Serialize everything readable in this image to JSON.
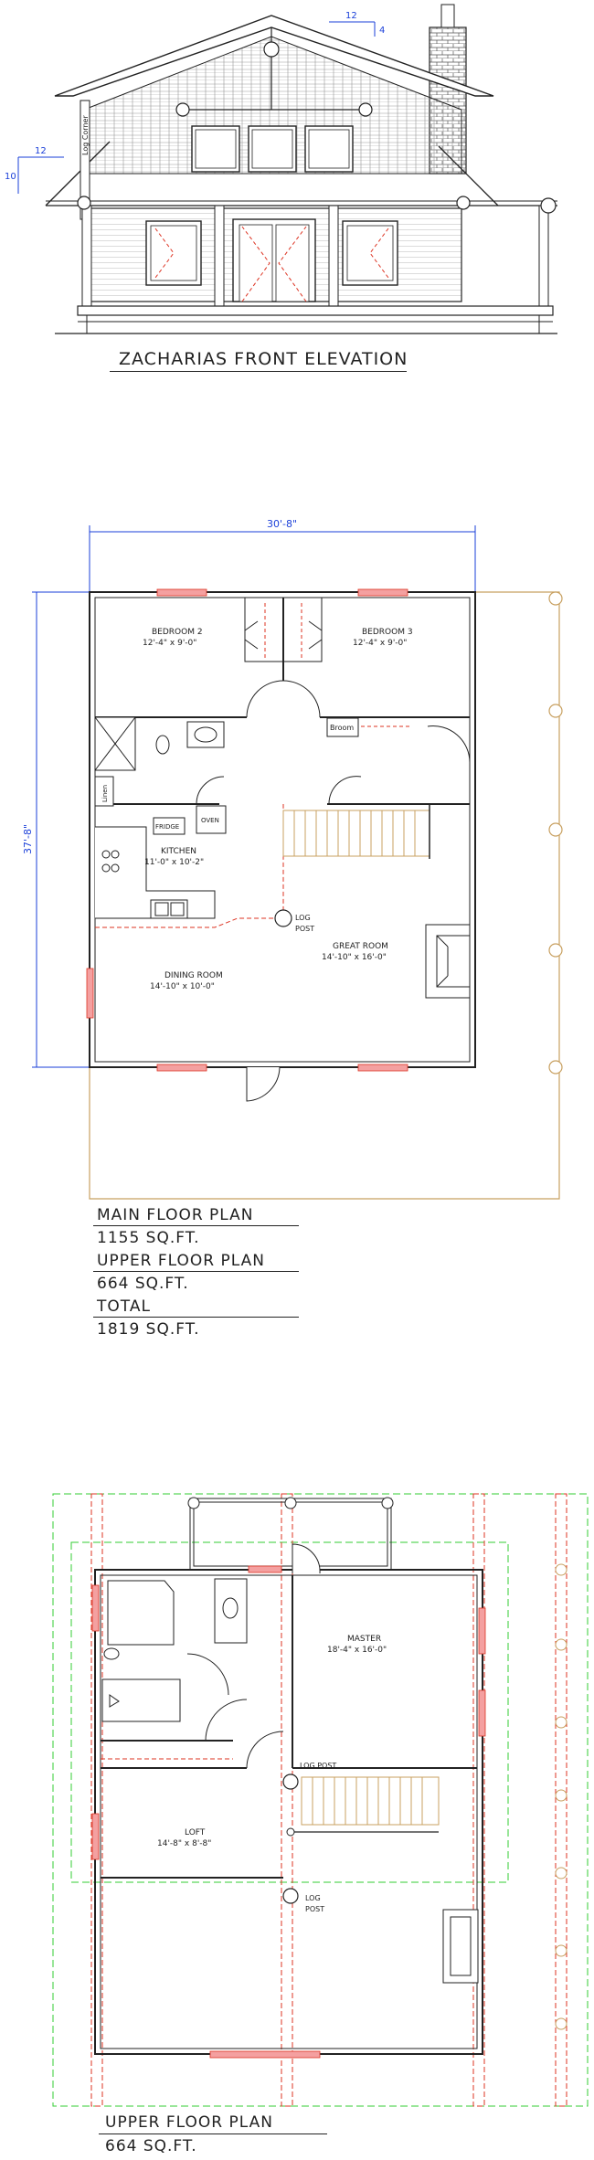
{
  "elevation": {
    "caption": "ZACHARIAS FRONT ELEVATION",
    "pitch_run": "12",
    "pitch_rise": "4",
    "side_run": "12",
    "side_rise": "10",
    "corner_label": "Log Corner"
  },
  "main_floor": {
    "overall_width": "30'-8\"",
    "overall_depth": "37'-8\"",
    "rooms": [
      {
        "name": "BEDROOM 2",
        "size": "12'-4\" x 9'-0\""
      },
      {
        "name": "BEDROOM 3",
        "size": "12'-4\" x 9'-0\""
      },
      {
        "name": "KITCHEN",
        "size": "11'-0\" x 10'-2\""
      },
      {
        "name": "GREAT ROOM",
        "size": "14'-10\" x 16'-0\""
      },
      {
        "name": "DINING ROOM",
        "size": "14'-10\" x 10'-0\""
      }
    ],
    "labels": {
      "broom": "Broom",
      "linen": "Linen",
      "fridge": "FRIDGE",
      "oven": "OVEN",
      "log_post_1": "LOG",
      "log_post_2": "POST"
    }
  },
  "area_summary": {
    "main_title": "MAIN FLOOR PLAN",
    "main_area": "1155 SQ.FT.",
    "upper_title": "UPPER FLOOR PLAN",
    "upper_area": "664 SQ.FT.",
    "total_title": "TOTAL",
    "total_area": "1819 SQ.FT."
  },
  "upper_floor": {
    "rooms": [
      {
        "name": "MASTER",
        "size": "18'-4\" x 16'-0\""
      },
      {
        "name": "LOFT",
        "size": "14'-8\" x 8'-8\""
      }
    ],
    "log_post_a": "LOG POST",
    "log_post_b1": "LOG",
    "log_post_b2": "POST",
    "title": "UPPER FLOOR PLAN",
    "area": "664 SQ.FT."
  }
}
